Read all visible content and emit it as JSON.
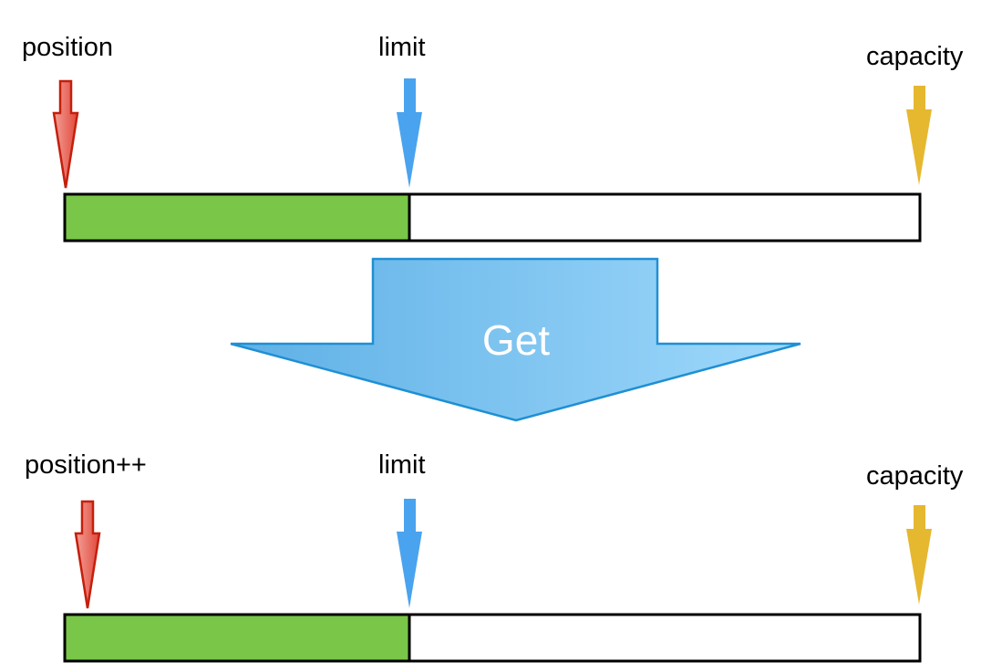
{
  "action": {
    "label": "Get"
  },
  "before": {
    "position_label": "position",
    "limit_label": "limit",
    "capacity_label": "capacity"
  },
  "after": {
    "position_label": "position++",
    "limit_label": "limit",
    "capacity_label": "capacity"
  },
  "colors": {
    "position_arrow": "#e8584a",
    "position_arrow_stroke": "#c41f0c",
    "limit_arrow": "#4aa3ee",
    "capacity_arrow": "#e6b830",
    "filled_region": "#79c648",
    "get_arrow_light": "#9ad6fa",
    "get_arrow_dark": "#62b2e6",
    "get_arrow_stroke": "#1f8fd4"
  }
}
